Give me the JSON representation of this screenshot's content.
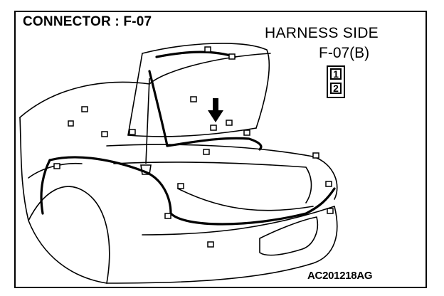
{
  "diagram": {
    "title": "CONNECTOR : F-07",
    "side_label": "HARNESS SIDE",
    "connector_label": "F-07(B)",
    "pins": [
      "1",
      "2"
    ],
    "figure_code": "AC201218AG"
  }
}
